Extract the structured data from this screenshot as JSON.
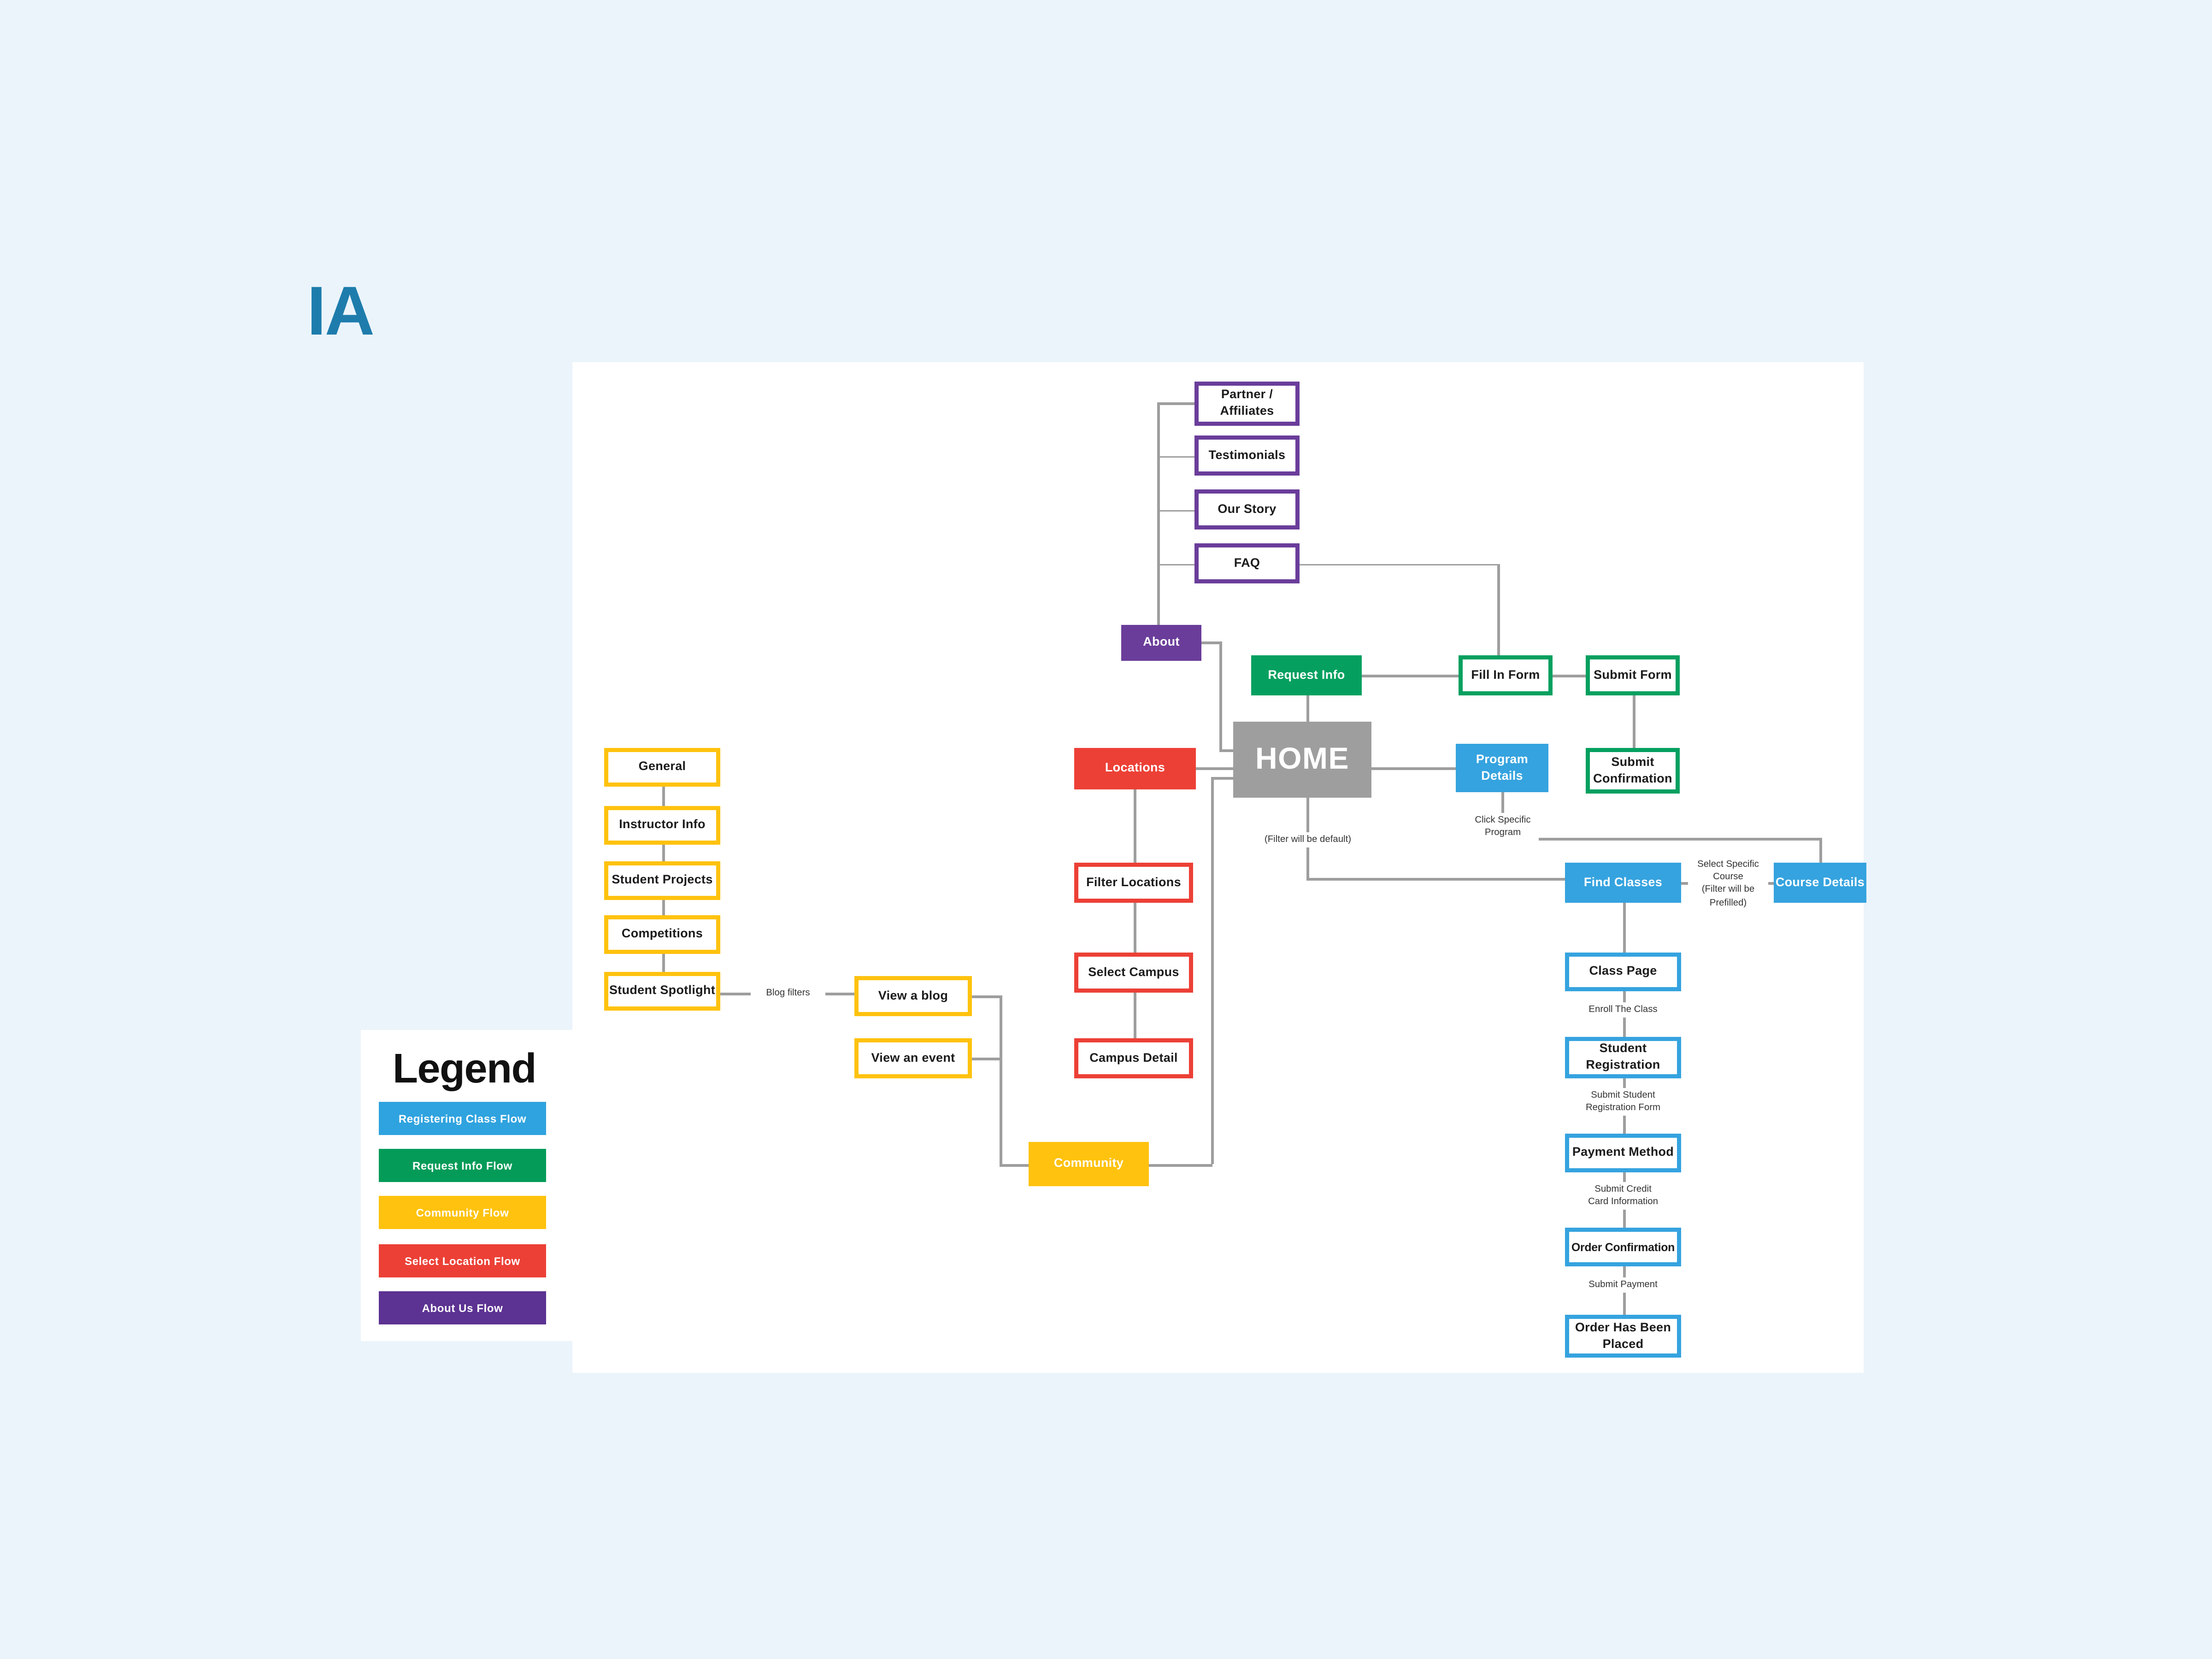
{
  "page": {
    "title": "IA"
  },
  "colors": {
    "background": "#EBF4FB",
    "canvas": "#FFFFFF",
    "title_blue": "#1E7CAC",
    "purple": "#6A3D9A",
    "green": "#05A060",
    "red": "#EC4036",
    "yellow": "#FFC20E",
    "blue": "#35A3DF",
    "gray": "#9E9E9E",
    "connector_gray": "#9E9E9E",
    "legend_purple": "#5C3292"
  },
  "legend": {
    "title": "Legend",
    "items": [
      {
        "label": "Registering Class Flow",
        "color": "#2FA3DF"
      },
      {
        "label": "Request Info Flow",
        "color": "#049B58"
      },
      {
        "label": "Community Flow",
        "color": "#FFC20E"
      },
      {
        "label": "Select Location Flow",
        "color": "#EC4036"
      },
      {
        "label": "About Us Flow",
        "color": "#5C3292"
      }
    ]
  },
  "nodes": {
    "partner_affiliates": "Partner /\nAffiliates",
    "testimonials": "Testimonials",
    "our_story": "Our Story",
    "faq": "FAQ",
    "about": "About",
    "request_info": "Request Info",
    "fill_in_form": "Fill In Form",
    "submit_form": "Submit Form",
    "home": "HOME",
    "locations": "Locations",
    "program_details": "Program\nDetails",
    "submit_confirmation": "Submit\nConfirmation",
    "general": "General",
    "instructor_info": "Instructor Info",
    "student_projects": "Student Projects",
    "competitions": "Competitions",
    "student_spotlight": "Student Spotlight",
    "filter_locations": "Filter Locations",
    "select_campus": "Select Campus",
    "campus_detail": "Campus Detail",
    "view_blog": "View a blog",
    "view_event": "View an event",
    "community": "Community",
    "find_classes": "Find Classes",
    "course_details": "Course Details",
    "class_page": "Class Page",
    "student_registration": "Student\nRegistration",
    "payment_method": "Payment Method",
    "order_confirmation": "Order Confirmation",
    "order_placed": "Order Has Been\nPlaced"
  },
  "annotations": {
    "blog_filters": "Blog filters",
    "filter_default": "(Filter will be default)",
    "click_specific_program": "Click Specific\nProgram",
    "select_specific_course": "Select Specific\nCourse\n(Filter will be\nPrefilled)",
    "enroll_the_class": "Enroll The Class",
    "submit_student_registration": "Submit Student\nRegistration Form",
    "submit_credit_card": "Submit Credit\nCard Information",
    "submit_payment": "Submit Payment"
  }
}
